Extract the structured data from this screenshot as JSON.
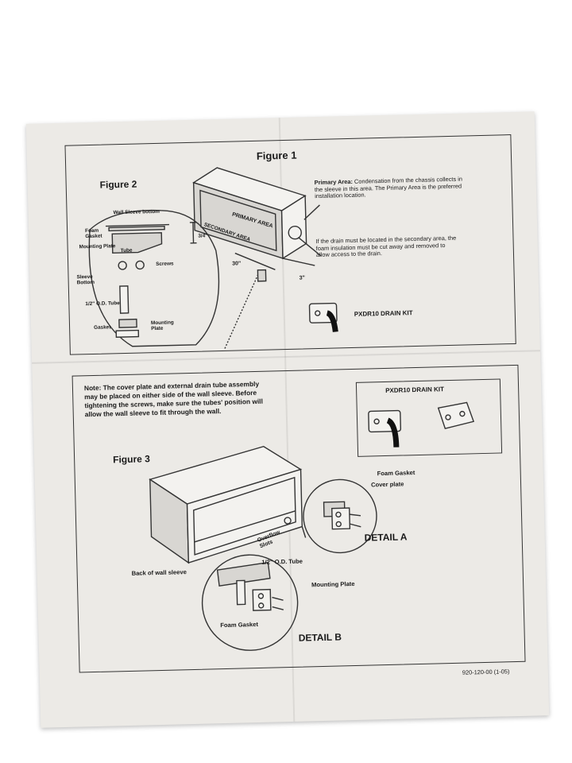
{
  "figure1": {
    "title": "Figure 1",
    "primary_label": "Primary Area:",
    "primary_text": "Condensation from the chassis collects in the sleeve in this area. The Primary Area is the preferred installation location.",
    "secondary_text": "If the drain must be located in the secondary area, the foam insulation must be cut away and removed to allow access to the drain.",
    "primary_area": "PRIMARY AREA",
    "secondary_area": "SECONDARY AREA",
    "dim_30": "30\"",
    "dim_3": "3\"",
    "kit_label": "PXDR10 DRAIN KIT"
  },
  "figure2": {
    "title": "Figure 2",
    "wall_sleeve_bottom": "Wall Sleeve bottom",
    "foam_gasket": "Foam Gasket",
    "mounting_plate": "Mounting Plate",
    "tube": "Tube",
    "dim_34": "3/4\"",
    "screws": "Screws",
    "sleeve_bottom": "Sleeve Bottom",
    "od_tube": "1/2\" O.D. Tube",
    "gasket": "Gasket",
    "mounting_plate2": "Mounting Plate"
  },
  "figure3": {
    "note": "Note: The cover plate and external drain tube assembly may be placed on either side of the wall sleeve. Before tightening the screws, make sure the tubes' position will allow the wall sleeve to fit through the wall.",
    "title": "Figure 3",
    "kit_label": "PXDR10 DRAIN KIT",
    "foam_gasket": "Foam Gasket",
    "cover_plate": "Cover plate",
    "overflow_slots": "Overflow Slots",
    "detail_a": "DETAIL A",
    "back_of_wall_sleeve": "Back of wall sleeve",
    "od_tube": "1/2\" O.D. Tube",
    "mounting_plate": "Mounting Plate",
    "foam_gasket_b": "Foam Gasket",
    "detail_b": "DETAIL B"
  },
  "part_number": "920-120-00 (1-05)"
}
